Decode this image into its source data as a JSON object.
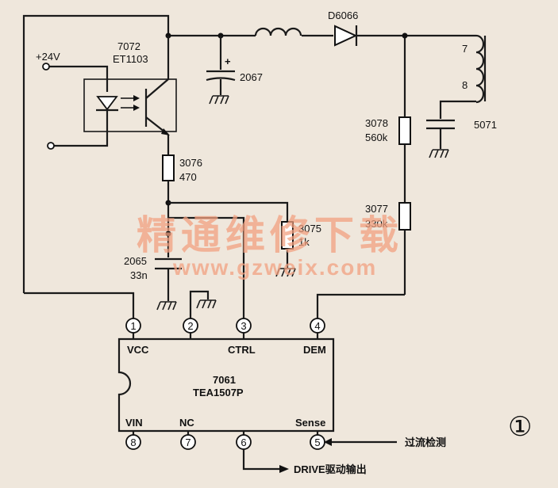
{
  "labels": {
    "ic_top_num": "7061",
    "ic_part": "TEA1507P",
    "pin_vcc": "VCC",
    "pin_ctrl": "CTRL",
    "pin_dem": "DEM",
    "pin_vin": "VIN",
    "pin_nc": "NC",
    "pin_sense": "Sense",
    "opto_ref": "7072",
    "opto_part": "ET1103",
    "supply": "+24V",
    "diode": "D6066",
    "cap_2067": "2067",
    "cap_plus": "+",
    "r3076_ref": "3076",
    "r3076_val": "470",
    "r3078_ref": "3078",
    "r3078_val": "560k",
    "r3077_ref": "3077",
    "r3077_val": "330k",
    "r3075_ref": "3075",
    "r3075_val": "1k",
    "cap_2065_ref": "2065",
    "cap_2065_val": "33n",
    "transformer": "5071",
    "tap7": "7",
    "tap8": "8",
    "overcurrent": "过流检测",
    "drive_out": "DRIVE驱动输出",
    "figure_num": "①"
  },
  "pins": [
    "1",
    "2",
    "3",
    "4",
    "5",
    "6",
    "7",
    "8"
  ],
  "watermark": {
    "cn": "精通维修下载",
    "url": "www.gzweix.com"
  }
}
